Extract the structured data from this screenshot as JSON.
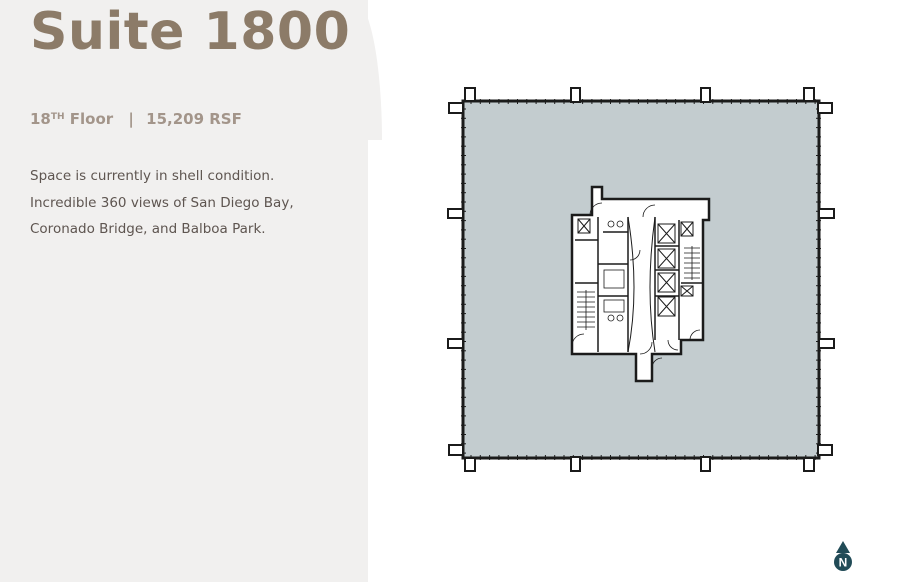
{
  "suite": {
    "title": "Suite 1800",
    "floor_number": "18",
    "floor_suffix": "TH",
    "floor_word": "Floor",
    "separator": "|",
    "area": "15,209 RSF",
    "description": [
      "Space is currently in shell condition.",
      "Incredible 360 views of San Diego Bay,",
      "Coronado Bridge, and Balboa Park."
    ]
  },
  "compass": {
    "label": "N",
    "icon": "north-arrow-icon"
  },
  "colors": {
    "panel_bg": "#f1f0ef",
    "title": "#8c7b68",
    "floor_text": "#a3958a",
    "body_text": "#5e5550",
    "floor_fill": "#c3cccf",
    "wall": "#1b1b1b",
    "compass": "#214b57"
  }
}
